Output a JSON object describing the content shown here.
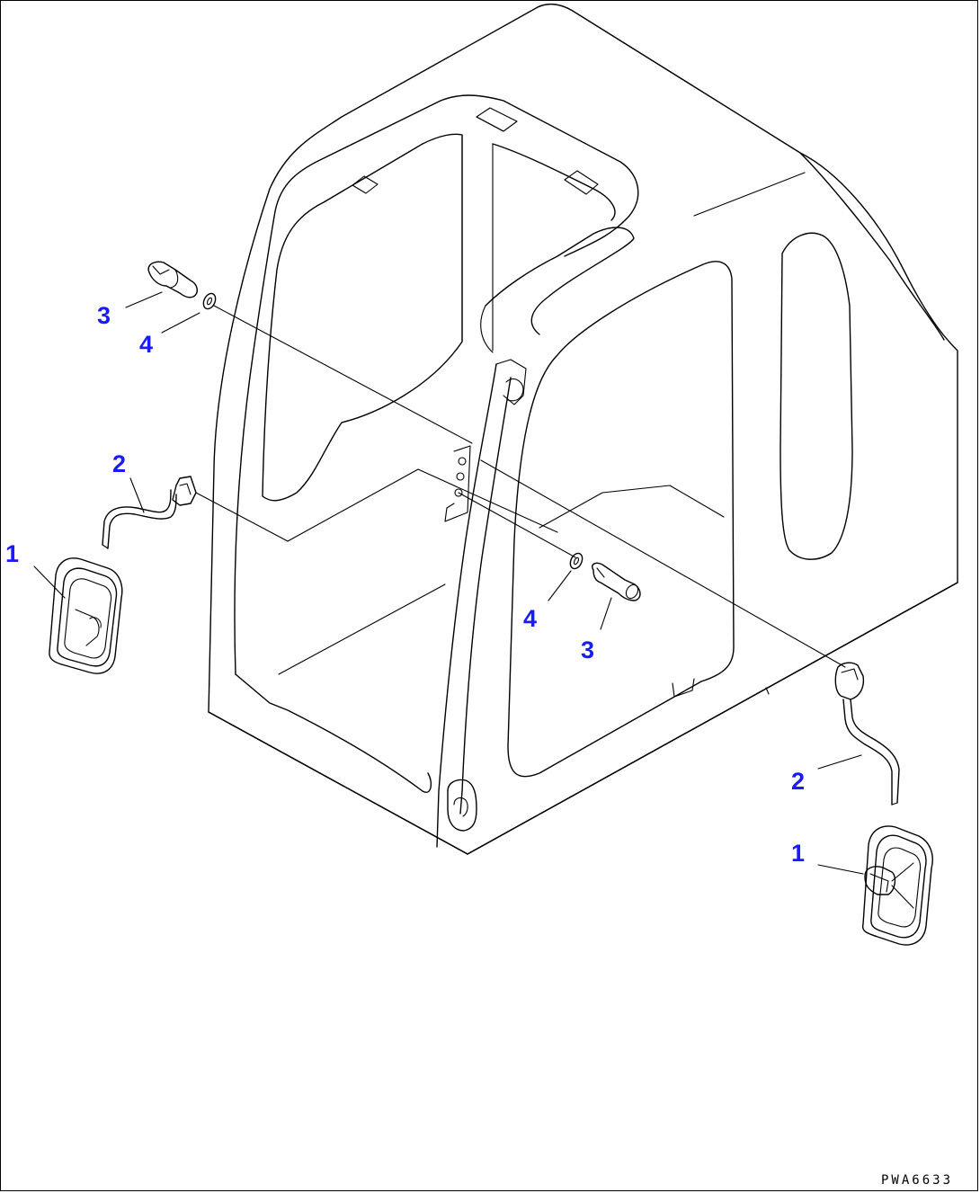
{
  "callouts": {
    "c1_left": "1",
    "c2_left": "2",
    "c3_left": "3",
    "c4_left": "4",
    "c4_right": "4",
    "c3_right": "3",
    "c2_right": "2",
    "c1_right": "1"
  },
  "drawing_code": "PWA6633",
  "colors": {
    "callout": "#1a1aff",
    "line": "#000000",
    "background": "#ffffff"
  }
}
